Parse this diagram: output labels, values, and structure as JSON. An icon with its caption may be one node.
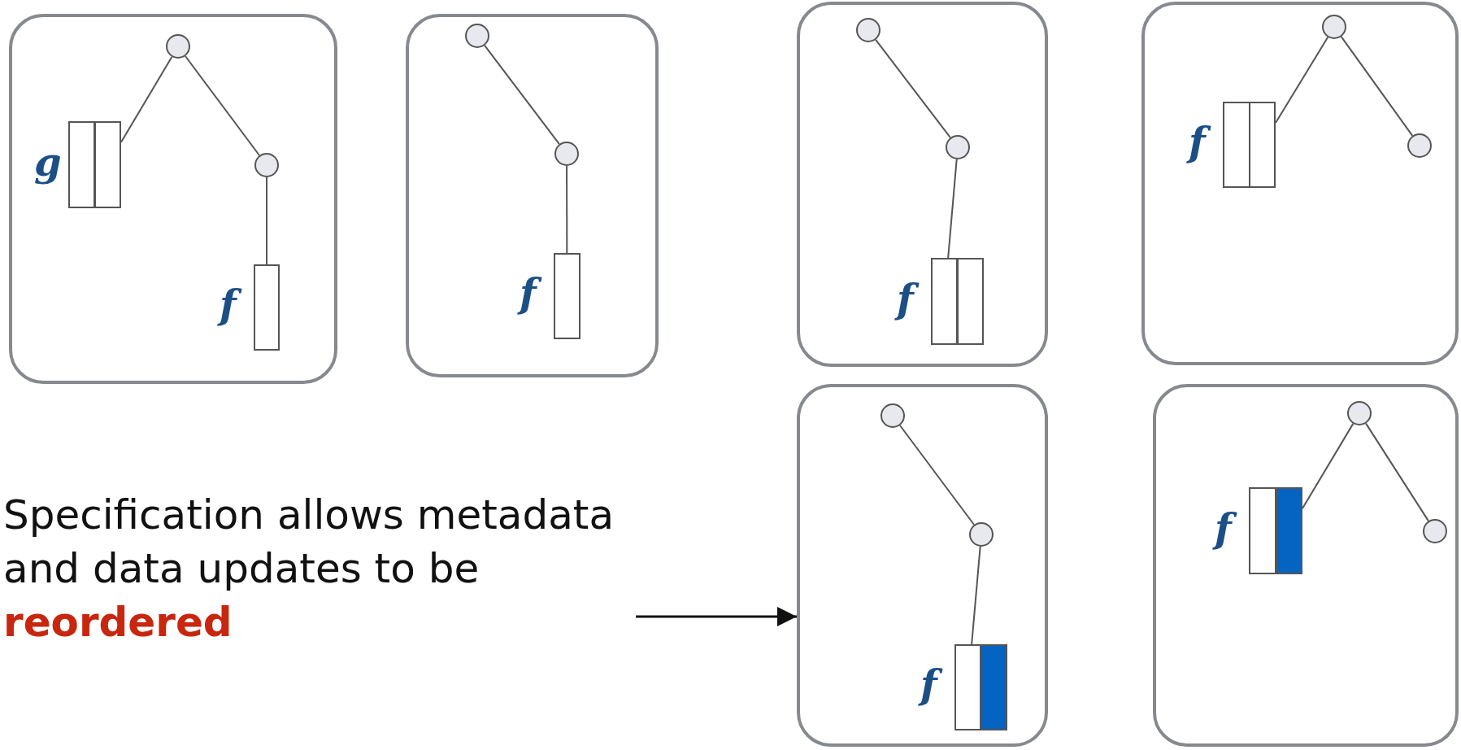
{
  "diagram": {
    "nodes": [
      {
        "text": [],
        "shape": "box"
      },
      {
        "text": [],
        "shape": "circle",
        "in": 0
      },
      {
        "text": [],
        "shape": "box",
        "in": 0,
        "beside": [
          "g"
        ]
      },
      {
        "text": [],
        "shape": "box",
        "in": 0
      },
      {
        "text": [],
        "shape": "circle",
        "in": 0
      },
      {
        "text": [],
        "shape": "box",
        "in": 0,
        "beside": [
          "f"
        ]
      },
      {
        "text": [],
        "shape": "box"
      },
      {
        "text": [],
        "shape": "circle",
        "in": 6
      },
      {
        "text": [],
        "shape": "circle",
        "in": 6
      },
      {
        "text": [],
        "shape": "box",
        "in": 6,
        "beside": [
          "f"
        ]
      },
      {
        "text": [],
        "shape": "box"
      },
      {
        "text": [],
        "shape": "circle",
        "in": 10
      },
      {
        "text": [],
        "shape": "circle",
        "in": 10
      },
      {
        "text": [],
        "shape": "box",
        "in": 10,
        "beside": [
          "f"
        ]
      },
      {
        "text": [],
        "shape": "box",
        "in": 10
      },
      {
        "text": [],
        "shape": "box"
      },
      {
        "text": [],
        "shape": "circle",
        "in": 15
      },
      {
        "text": [],
        "shape": "box",
        "in": 15,
        "beside": [
          "f"
        ]
      },
      {
        "text": [],
        "shape": "box",
        "in": 15
      },
      {
        "text": [],
        "shape": "circle",
        "in": 15
      },
      {
        "text": [
          "Specification allows metadata and data updates to be **reordered**"
        ]
      },
      {
        "text": [],
        "shape": "box"
      },
      {
        "text": [],
        "shape": "circle",
        "in": 21
      },
      {
        "text": [],
        "shape": "circle",
        "in": 21
      },
      {
        "text": [],
        "shape": "box",
        "in": 21,
        "beside": [
          "f"
        ]
      },
      {
        "text": [],
        "shape": "box",
        "in": 21
      },
      {
        "text": [],
        "shape": "box"
      },
      {
        "text": [],
        "shape": "circle",
        "in": 26
      },
      {
        "text": [],
        "shape": "box",
        "in": 26,
        "beside": [
          "f"
        ]
      },
      {
        "text": [],
        "shape": "box",
        "in": 26
      },
      {
        "text": [],
        "shape": "circle",
        "in": 26
      }
    ],
    "edges": [
      {
        "from": 1,
        "to": 3,
        "arrow": "none"
      },
      {
        "from": 1,
        "to": 4,
        "arrow": "none"
      },
      {
        "from": 4,
        "to": 5,
        "arrow": "none"
      },
      {
        "from": 7,
        "to": 8,
        "arrow": "none"
      },
      {
        "from": 8,
        "to": 9,
        "arrow": "none"
      },
      {
        "from": 11,
        "to": 12,
        "arrow": "none"
      },
      {
        "from": 12,
        "to": 13,
        "arrow": "none"
      },
      {
        "from": 16,
        "to": 18,
        "arrow": "none"
      },
      {
        "from": 16,
        "to": 19,
        "arrow": "none"
      },
      {
        "from": 22,
        "to": 23,
        "arrow": "none"
      },
      {
        "from": 23,
        "to": 24,
        "arrow": "none"
      },
      {
        "from": 27,
        "to": 29,
        "arrow": "none"
      },
      {
        "from": 27,
        "to": 30,
        "arrow": "none"
      },
      {
        "from": 20,
        "to": 21,
        "arrow": "to"
      }
    ]
  }
}
